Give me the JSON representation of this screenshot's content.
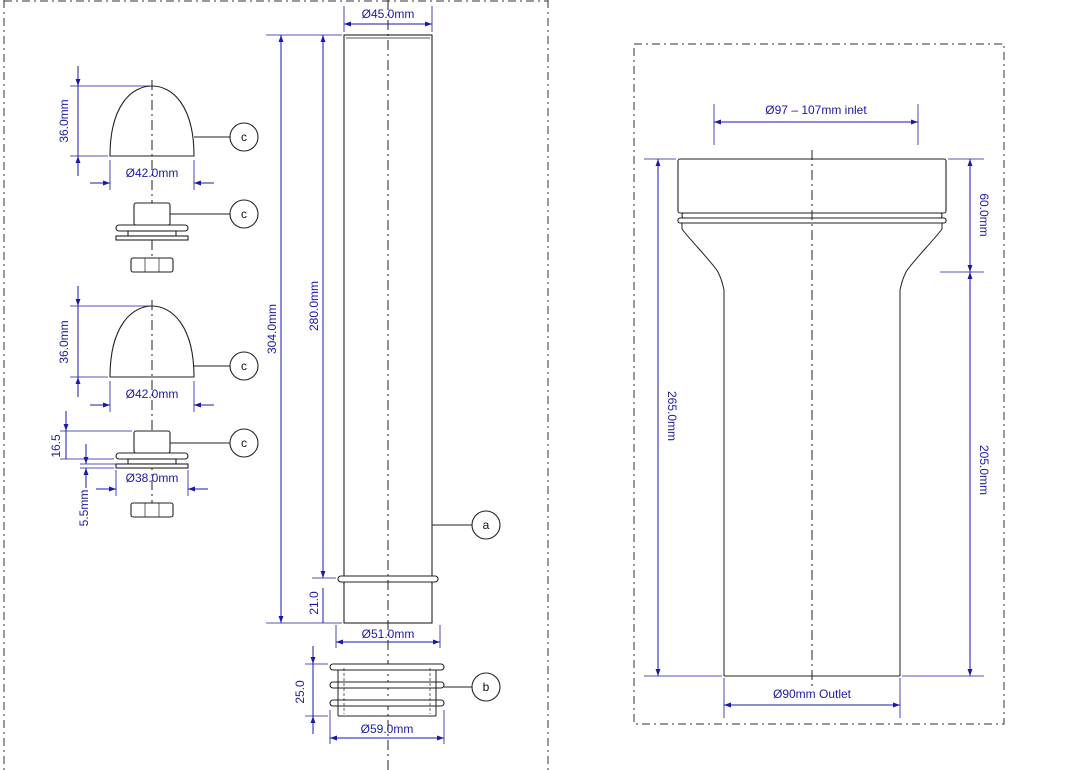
{
  "colors": {
    "dimension": "#1a1aa6",
    "outline": "#222222",
    "background": "#ffffff"
  },
  "left_view": {
    "dimensions": {
      "pipe_diameter": "Ø45.0mm",
      "overall_length": "304.0mm",
      "inner_length": "280.0mm",
      "end_length": "21.0",
      "end_diameter": "Ø51.0mm",
      "collar_height": "25.0",
      "collar_diameter": "Ø59.0mm",
      "cap1_height": "36.0mm",
      "cap1_diameter": "Ø42.0mm",
      "cap2_height": "36.0mm",
      "cap2_diameter": "Ø42.0mm",
      "fitting_height": "16.5",
      "washer_thickness": "5.5mm",
      "fitting_diameter": "Ø38.0mm"
    },
    "callouts": {
      "pipe": "a",
      "collar": "b",
      "cap1": "c",
      "fitting1": "c",
      "cap2": "c",
      "fitting2": "c"
    }
  },
  "right_view": {
    "dimensions": {
      "inlet_diameter": "Ø97 – 107mm inlet",
      "outlet_diameter": "Ø90mm Outlet",
      "overall_height": "265.0mm",
      "inlet_height": "60.0mm",
      "body_height": "205.0mm"
    }
  }
}
